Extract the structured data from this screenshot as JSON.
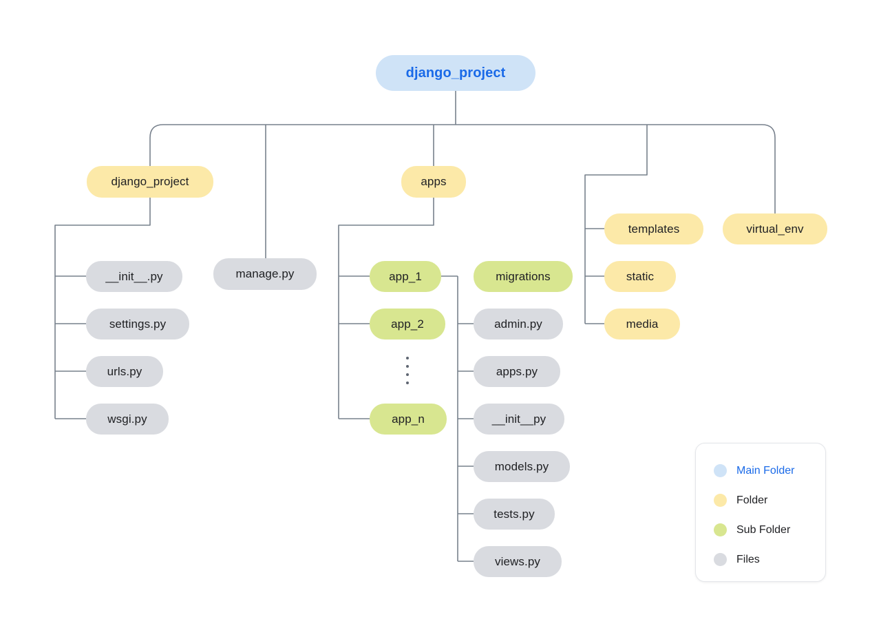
{
  "diagram": {
    "title": "django_project",
    "type": "folder-structure-tree",
    "background": "#ffffff",
    "line_color": "#77808c"
  },
  "palette": {
    "main_folder_bg": "#cfe3f7",
    "main_folder_text": "#1a6ae8",
    "folder_bg": "#fce9a8",
    "sub_folder_bg": "#d8e690",
    "file_bg": "#d9dbe0",
    "text": "#202124"
  },
  "nodes": {
    "root": {
      "label": "django_project",
      "kind": "main"
    },
    "level1": [
      {
        "label": "django_project",
        "kind": "folder"
      },
      {
        "label": "manage.py",
        "kind": "file"
      },
      {
        "label": "apps",
        "kind": "folder"
      },
      {
        "label": "templates",
        "kind": "folder"
      },
      {
        "label": "static",
        "kind": "folder"
      },
      {
        "label": "media",
        "kind": "folder"
      },
      {
        "label": "virtual_env",
        "kind": "folder"
      }
    ],
    "project_files": [
      {
        "label": "__init__.py",
        "kind": "file"
      },
      {
        "label": "settings.py",
        "kind": "file"
      },
      {
        "label": "urls.py",
        "kind": "file"
      },
      {
        "label": "wsgi.py",
        "kind": "file"
      }
    ],
    "apps_children": [
      {
        "label": "app_1",
        "kind": "sub"
      },
      {
        "label": "app_2",
        "kind": "sub"
      },
      {
        "label": "app_n",
        "kind": "sub"
      }
    ],
    "apps_ellipsis": "vertical-dots",
    "app1_children": [
      {
        "label": "migrations",
        "kind": "sub"
      },
      {
        "label": "admin.py",
        "kind": "file"
      },
      {
        "label": "apps.py",
        "kind": "file"
      },
      {
        "label": "__init__py",
        "kind": "file"
      },
      {
        "label": "models.py",
        "kind": "file"
      },
      {
        "label": "tests.py",
        "kind": "file"
      },
      {
        "label": "views.py",
        "kind": "file"
      }
    ]
  },
  "legend": {
    "items": [
      {
        "label": "Main Folder",
        "color": "#cfe3f7",
        "accent": true
      },
      {
        "label": "Folder",
        "color": "#fce9a8",
        "accent": false
      },
      {
        "label": "Sub Folder",
        "color": "#d8e690",
        "accent": false
      },
      {
        "label": "Files",
        "color": "#d9dbe0",
        "accent": false
      }
    ]
  }
}
